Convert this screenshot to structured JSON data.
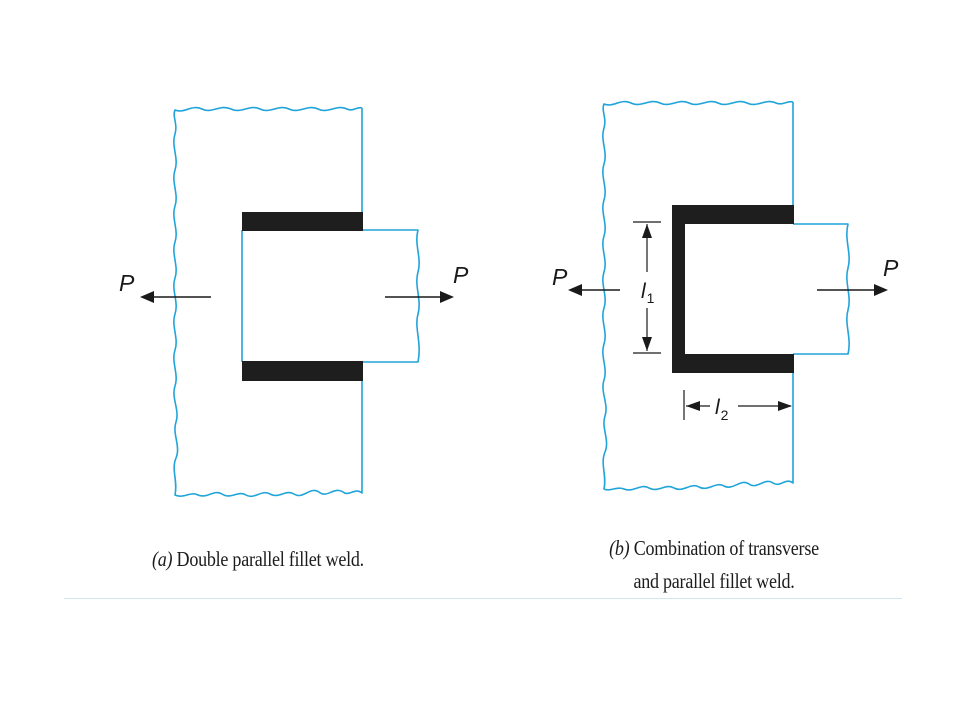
{
  "figure_a": {
    "force_left": "P",
    "force_right": "P",
    "caption_tag": "(a)",
    "caption_text": "Double parallel fillet weld."
  },
  "figure_b": {
    "force_left": "P",
    "force_right": "P",
    "dim_vertical_symbol": "l",
    "dim_vertical_sub": "1",
    "dim_horizontal_symbol": "l",
    "dim_horizontal_sub": "2",
    "caption_tag": "(b)",
    "caption_line1": "Combination of transverse",
    "caption_line2": "and parallel fillet weld."
  },
  "colors": {
    "plate_outline": "#21a4d9",
    "weld": "#1e1e1e",
    "rule": "#d3e6ee"
  }
}
